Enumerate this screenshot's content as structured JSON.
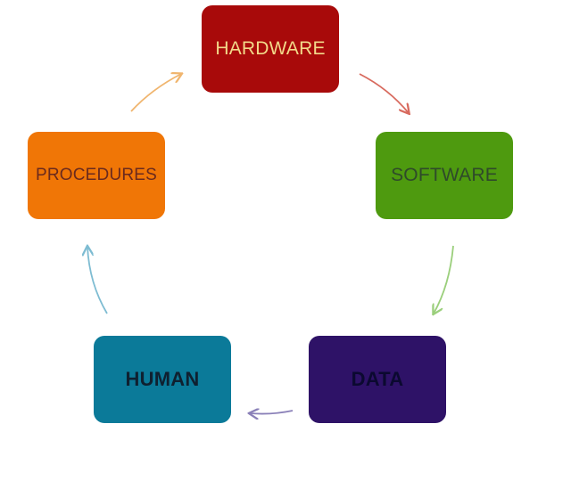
{
  "diagram": {
    "nodes": [
      {
        "id": "hardware",
        "label": "HARDWARE",
        "fill": "#A80A0A",
        "text_color": "#F2D98A"
      },
      {
        "id": "software",
        "label": "SOFTWARE",
        "fill": "#4E9A0F",
        "text_color": "#2F4A2A"
      },
      {
        "id": "data",
        "label": "DATA",
        "fill": "#2E1267",
        "text_color": "#0B0930"
      },
      {
        "id": "human",
        "label": "HUMAN",
        "fill": "#0B7A99",
        "text_color": "#0F2030"
      },
      {
        "id": "procedures",
        "label": "PROCEDURES",
        "fill": "#F07606",
        "text_color": "#6A2A1E"
      }
    ],
    "edges": [
      {
        "from": "hardware",
        "to": "software",
        "color": "#D86A5E"
      },
      {
        "from": "software",
        "to": "data",
        "color": "#9BCF7C"
      },
      {
        "from": "data",
        "to": "human",
        "color": "#8A80B8"
      },
      {
        "from": "human",
        "to": "procedures",
        "color": "#7EBCD2"
      },
      {
        "from": "procedures",
        "to": "hardware",
        "color": "#F0B56E"
      }
    ]
  }
}
